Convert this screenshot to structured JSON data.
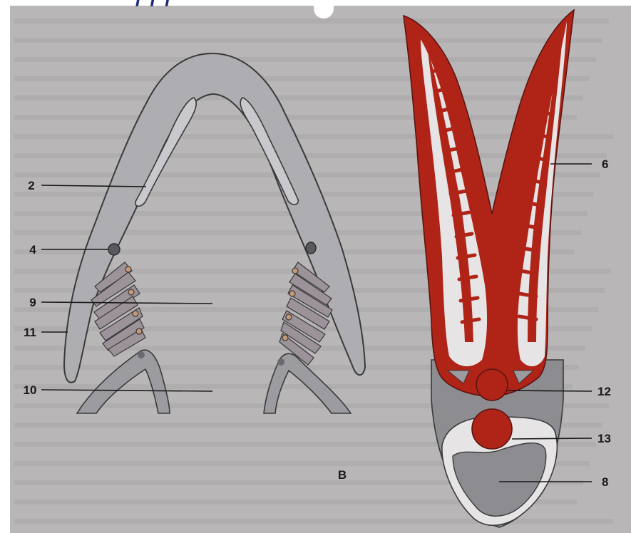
{
  "header": {
    "partial_title": "/ / /"
  },
  "left_figure": {
    "labels": {
      "l2": "2",
      "l4": "4",
      "l9": "9",
      "l11": "11",
      "l10": "10"
    }
  },
  "right_figure": {
    "labels": {
      "l6": "6",
      "l12": "12",
      "l13": "13",
      "l8": "8"
    }
  },
  "figure_letter": "B",
  "colors": {
    "paper": "#b8b6b7",
    "cartilage": "#aeaeb2",
    "outline": "#3a3a3a",
    "vessel_red": "#b02418",
    "pale_fill": "#e6e4e5",
    "dark_grey": "#8d8c91"
  }
}
